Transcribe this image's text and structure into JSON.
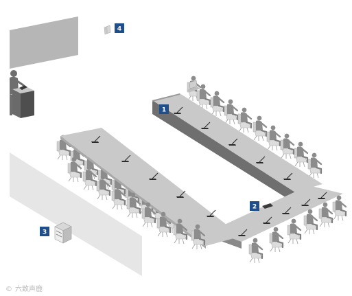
{
  "badges": [
    {
      "label": "1",
      "color": "#1f4e8c"
    },
    {
      "label": "2",
      "color": "#1f4e8c"
    },
    {
      "label": "3",
      "color": "#1f4e8c"
    },
    {
      "label": "4",
      "color": "#1f4e8c"
    }
  ],
  "watermark": {
    "text": "六致声鹿",
    "mark": "©"
  },
  "colors": {
    "table_top": "#c9c9c9",
    "table_front": "#7c7c7c",
    "table_front_dark": "#5a5a5a",
    "screen": "#b8b8b8",
    "floor_panel": "#e6e6e6",
    "person": "#8e8e8e",
    "chair": "#d8d8d8",
    "mic": "#2b2b2b"
  },
  "icons": [
    "presenter-icon",
    "podium-icon",
    "projection-screen-icon",
    "rack-cabinet-icon",
    "wireless-device-icon",
    "laptop-icon",
    "delegate-unit-icon",
    "chair-icon",
    "person-icon"
  ]
}
